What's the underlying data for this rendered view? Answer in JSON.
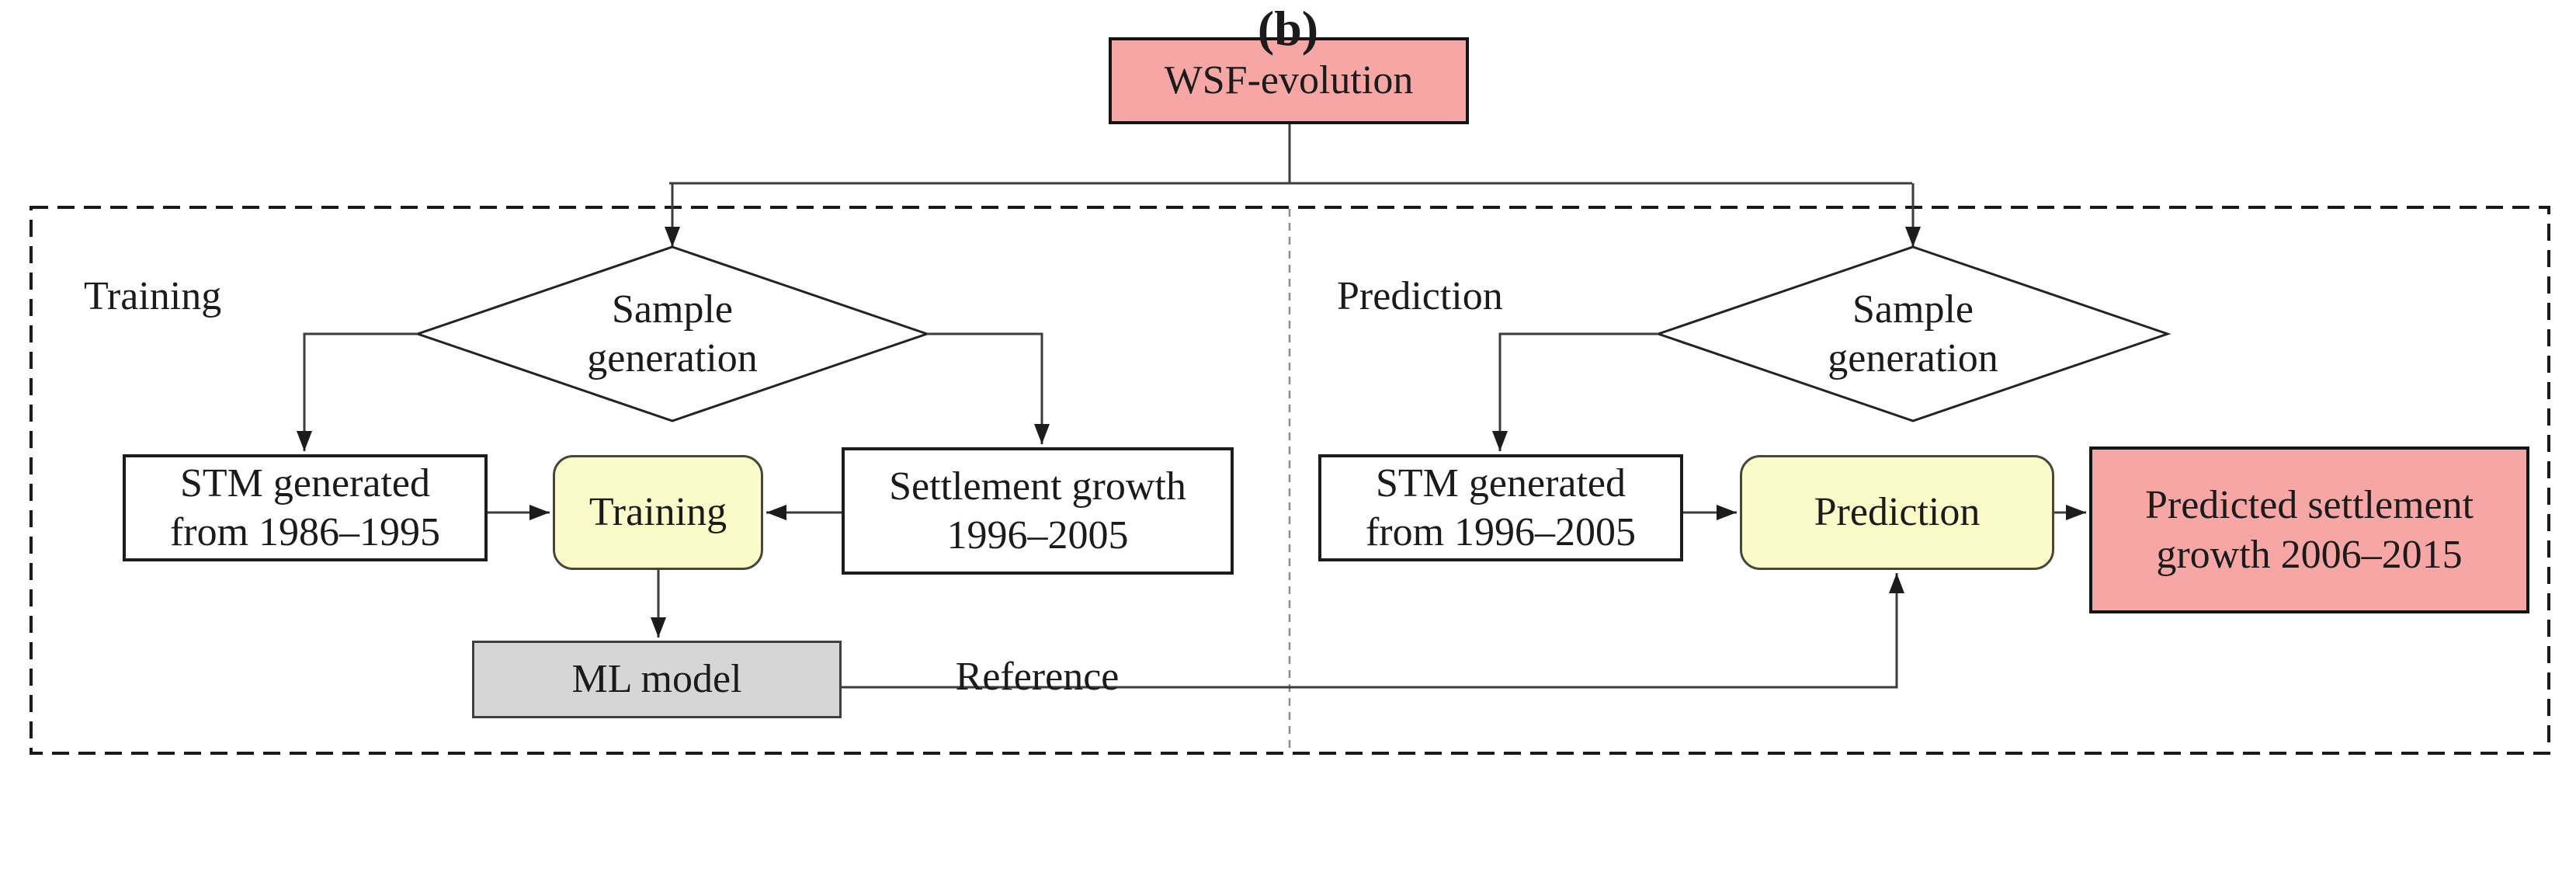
{
  "diagram": {
    "root": {
      "label": "WSF-evolution"
    },
    "sections": {
      "training": {
        "label": "Training",
        "diamond": "Sample\ngeneration",
        "stm": "STM generated\nfrom 1986–1995",
        "process": "Training",
        "settlement": "Settlement growth\n1996–2005",
        "settlement_caption": "Reference",
        "output": "ML model"
      },
      "prediction": {
        "label": "Prediction",
        "diamond": "Sample\ngeneration",
        "stm": "STM generated\nfrom 1996–2005",
        "process": "Prediction",
        "output": "Predicted settlement\ngrowth 2006–2015"
      }
    },
    "caption": "(b)",
    "colors": {
      "highlight_pink": "#f6a6a4",
      "process_yellow": "#fbfbc9",
      "model_gray": "#d6d6d6",
      "line": "#3d3d3d"
    }
  }
}
